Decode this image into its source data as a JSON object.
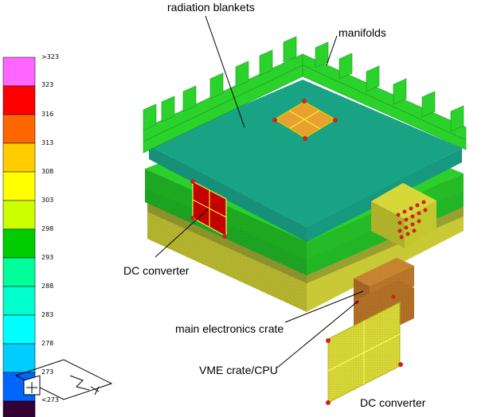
{
  "labels": {
    "radiation_blankets": "radiation blankets",
    "manifolds": "manifolds",
    "dc_converter_left": "DC converter",
    "main_electronics_crate": "main electronics crate",
    "vme_crate_cpu": "VME crate/CPU",
    "dc_converter_bottom": "DC converter"
  },
  "colorbar": {
    "ticks": [
      ">323",
      "323",
      "316",
      "313",
      "308",
      "303",
      "298",
      "293",
      "288",
      "283",
      "278",
      "273",
      "<273"
    ],
    "colors": [
      "#ff66ff",
      "#ff0000",
      "#ff6600",
      "#ffcc00",
      "#ffff00",
      "#ccff00",
      "#00cc00",
      "#00ff99",
      "#00ffcc",
      "#00ffff",
      "#00ccff",
      "#0066ff",
      "#330033"
    ]
  },
  "colors": {
    "blanket_top": "#1aa98a",
    "green": "#22cc22",
    "yellow": "#dddd33",
    "olive": "#9aa030",
    "orange": "#c87a2a",
    "red": "#cc0000",
    "marker": "#cc2222"
  }
}
